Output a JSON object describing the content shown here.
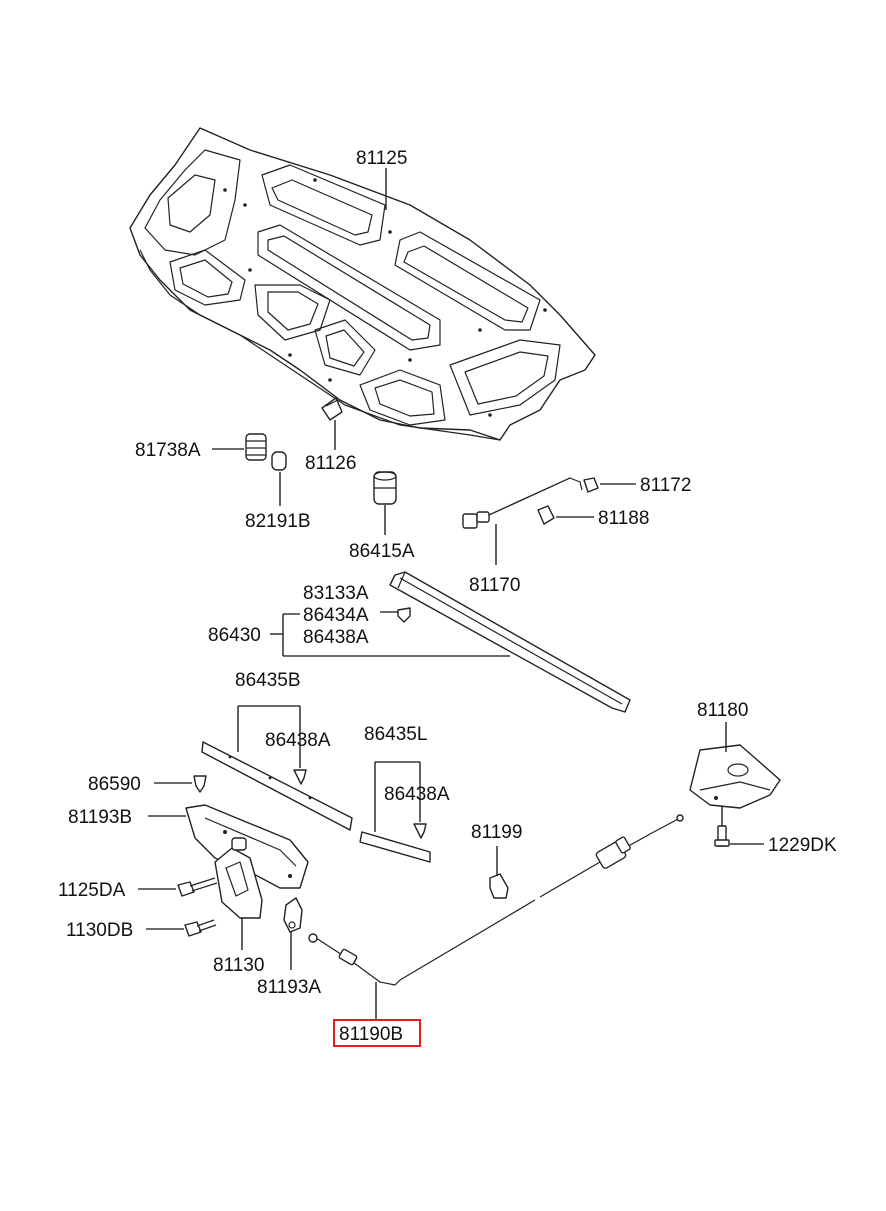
{
  "labels": {
    "p81125": "81125",
    "p81738A": "81738A",
    "p81126": "81126",
    "p82191B": "82191B",
    "p86415A": "86415A",
    "p81172": "81172",
    "p81188": "81188",
    "p81170": "81170",
    "p83133A": "83133A",
    "p86434A": "86434A",
    "p86430": "86430",
    "p86438A_1": "86438A",
    "p86435B": "86435B",
    "p86438A_2": "86438A",
    "p86435L": "86435L",
    "p86438A_3": "86438A",
    "p81180": "81180",
    "p86590": "86590",
    "p81193B": "81193B",
    "p81199": "81199",
    "p1229DK": "1229DK",
    "p1125DA": "1125DA",
    "p1130DB": "1130DB",
    "p81130": "81130",
    "p81193A": "81193A",
    "p81190B": "81190B"
  },
  "highlight": {
    "part": "81190B",
    "color": "#e02020"
  }
}
